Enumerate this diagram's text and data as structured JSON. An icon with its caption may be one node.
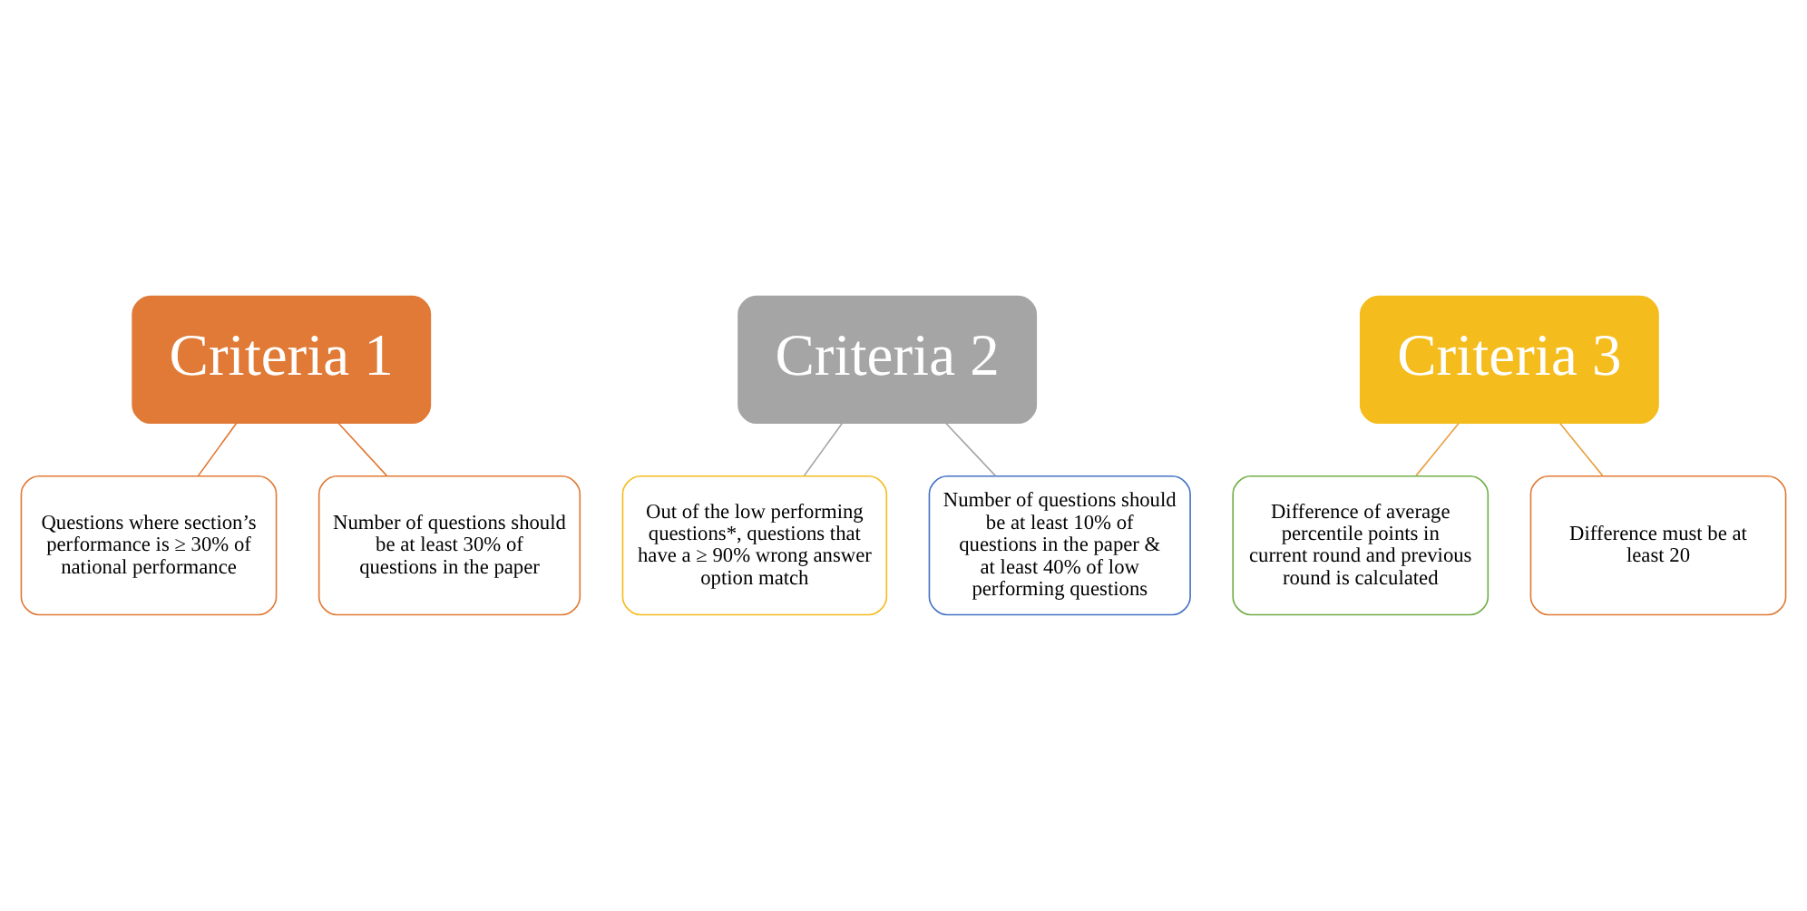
{
  "diagram": {
    "nodes": [
      {
        "text": [
          "Criteria 1"
        ]
      },
      {
        "text": [
          "Questions where section’s performance is ≥ 30% of national performance"
        ]
      },
      {
        "text": [
          "Number of questions should be at least 30% of questions in the paper"
        ]
      },
      {
        "text": [
          "Criteria 2"
        ]
      },
      {
        "text": [
          "Out of the low performing questions*, questions that have a ≥ 90% wrong answer option match"
        ]
      },
      {
        "text": [
          "Number of questions should be at least 10% of questions in the paper & at least 40% of low performing questions"
        ]
      },
      {
        "text": [
          "Criteria 3"
        ]
      },
      {
        "text": [
          "Difference of average percentile points in current round and previous round is calculated"
        ]
      },
      {
        "text": [
          "Difference must be at least 20"
        ]
      }
    ],
    "edges": [
      {
        "from": 0,
        "to": 1,
        "arrow": "none",
        "color": "#e07a36"
      },
      {
        "from": 0,
        "to": 2,
        "arrow": "none",
        "color": "#e07a36"
      },
      {
        "from": 3,
        "to": 4,
        "arrow": "none",
        "color": "#a5a5a5"
      },
      {
        "from": 3,
        "to": 5,
        "arrow": "none",
        "color": "#a5a5a5"
      },
      {
        "from": 6,
        "to": 7,
        "arrow": "none",
        "color": "#e8a040"
      },
      {
        "from": 6,
        "to": 8,
        "arrow": "none",
        "color": "#e8a040"
      }
    ]
  }
}
